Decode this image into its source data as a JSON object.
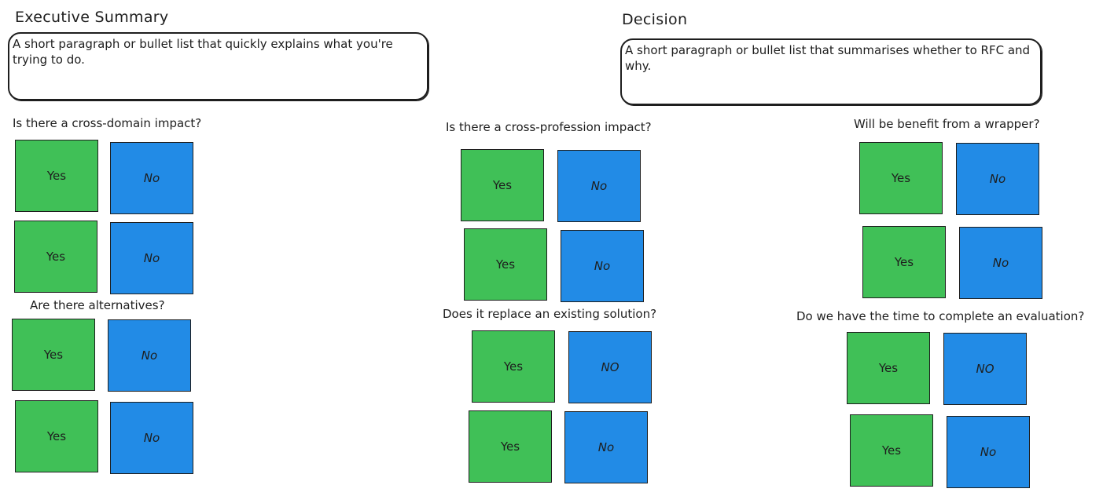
{
  "executive_summary": {
    "heading": "Executive Summary",
    "text": "A short paragraph or bullet list that quickly explains what you're trying to do."
  },
  "decision": {
    "heading": "Decision",
    "text": "A short paragraph or bullet list that summarises whether to RFC and why."
  },
  "questions": {
    "q1": "Is there a cross-domain impact?",
    "q2": "Are there alternatives?",
    "q3": "Is there a cross-profession impact?",
    "q4": "Does it replace an existing solution?",
    "q5": "Will be benefit from a wrapper?",
    "q6": "Do we have the time to complete an evaluation?"
  },
  "labels": {
    "yes": "Yes",
    "no": "No",
    "no_caps": "NO"
  },
  "colors": {
    "yes": "#40c057",
    "no": "#228be6",
    "stroke": "#1e1e1e"
  }
}
